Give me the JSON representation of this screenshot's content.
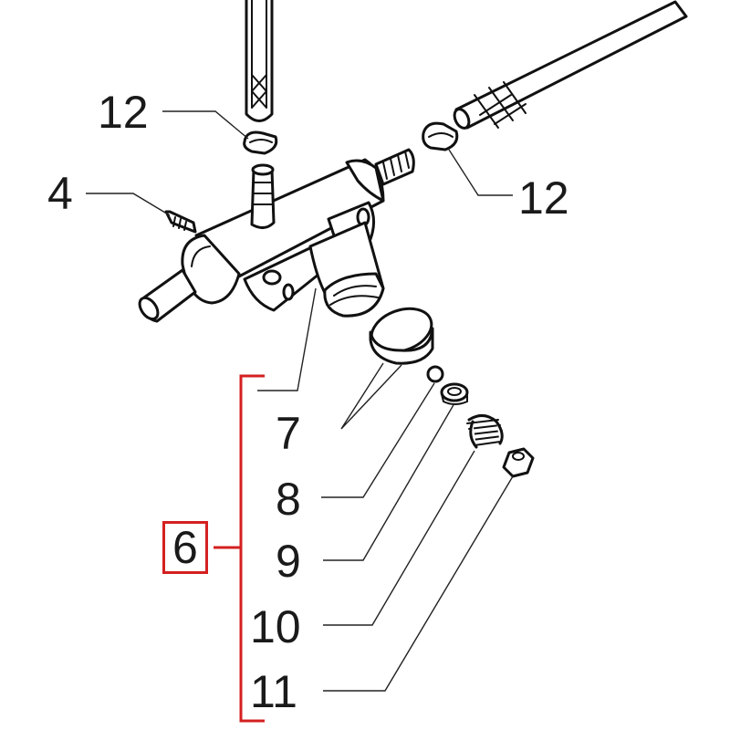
{
  "callouts": {
    "hose_clamp_left": "12",
    "hose_clamp_right": "12",
    "screw": "4",
    "assembly": "6",
    "seal_ring": "7",
    "ball": "8",
    "valve_seat": "9",
    "spring": "10",
    "nut": "11"
  },
  "colors": {
    "assembly_bracket": "#d42020",
    "line_art": "#111111"
  }
}
